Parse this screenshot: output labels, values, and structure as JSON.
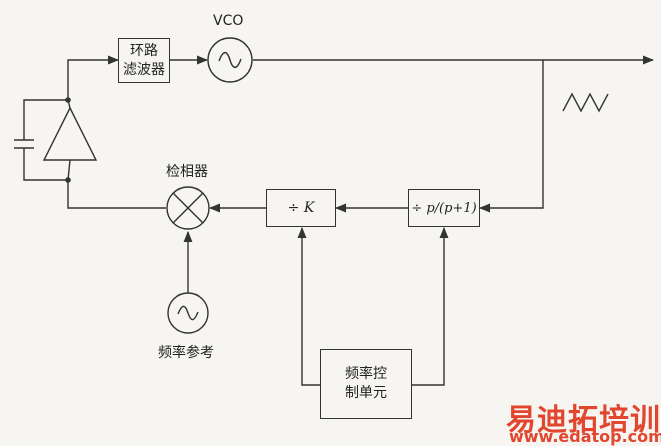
{
  "labels": {
    "vco": "VCO",
    "detector": "检相器",
    "freq_ref": "频率参考"
  },
  "blocks": {
    "loop_filter_line1": "环路",
    "loop_filter_line2": "滤波器",
    "div_k": "÷ K",
    "div_p": "÷ p/(p+1)",
    "control_line1": "频率控",
    "control_line2": "制单元"
  },
  "watermark": {
    "main": "易迪拓培训",
    "url": "www.edatop.com"
  },
  "colors": {
    "line": "#333333",
    "background": "#f6f5f1",
    "watermark": "#e2462f"
  }
}
